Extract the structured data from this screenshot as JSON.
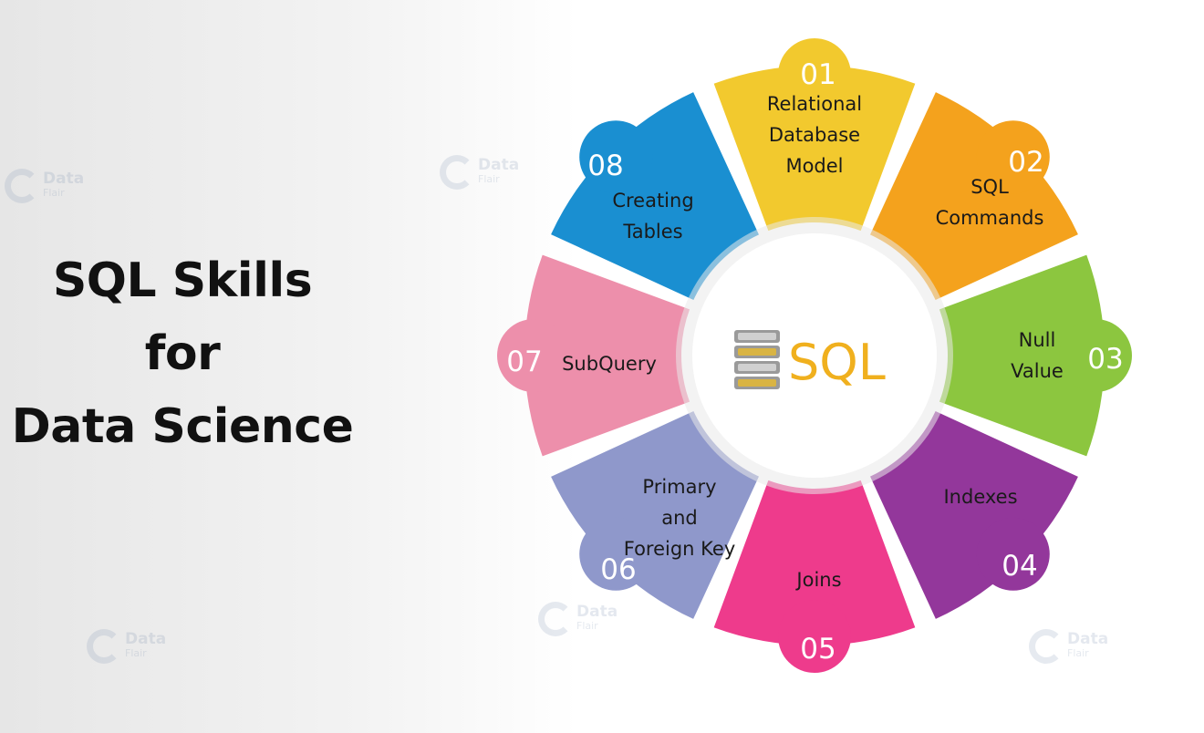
{
  "title": {
    "line1": "SQL Skills",
    "line2": "for",
    "line3": "Data Science"
  },
  "watermark": {
    "line1": "Data",
    "line2": "Flair"
  },
  "center": {
    "label": "SQL",
    "icon": "database-icon"
  },
  "segments": [
    {
      "number": "01",
      "lines": [
        "Relational",
        "Database",
        "Model"
      ],
      "color": "#f2c92e"
    },
    {
      "number": "02",
      "lines": [
        "SQL",
        "Commands"
      ],
      "color": "#f4a21d"
    },
    {
      "number": "03",
      "lines": [
        "Null",
        "Value"
      ],
      "color": "#8cc63f"
    },
    {
      "number": "04",
      "lines": [
        "Indexes"
      ],
      "color": "#93379b"
    },
    {
      "number": "05",
      "lines": [
        "Joins"
      ],
      "color": "#ee3b8c"
    },
    {
      "number": "06",
      "lines": [
        "Primary",
        "and",
        "Foreign Key"
      ],
      "color": "#8f98cb"
    },
    {
      "number": "07",
      "lines": [
        "SubQuery"
      ],
      "color": "#ed8fab"
    },
    {
      "number": "08",
      "lines": [
        "Creating",
        "Tables"
      ],
      "color": "#1a8fd1"
    }
  ]
}
